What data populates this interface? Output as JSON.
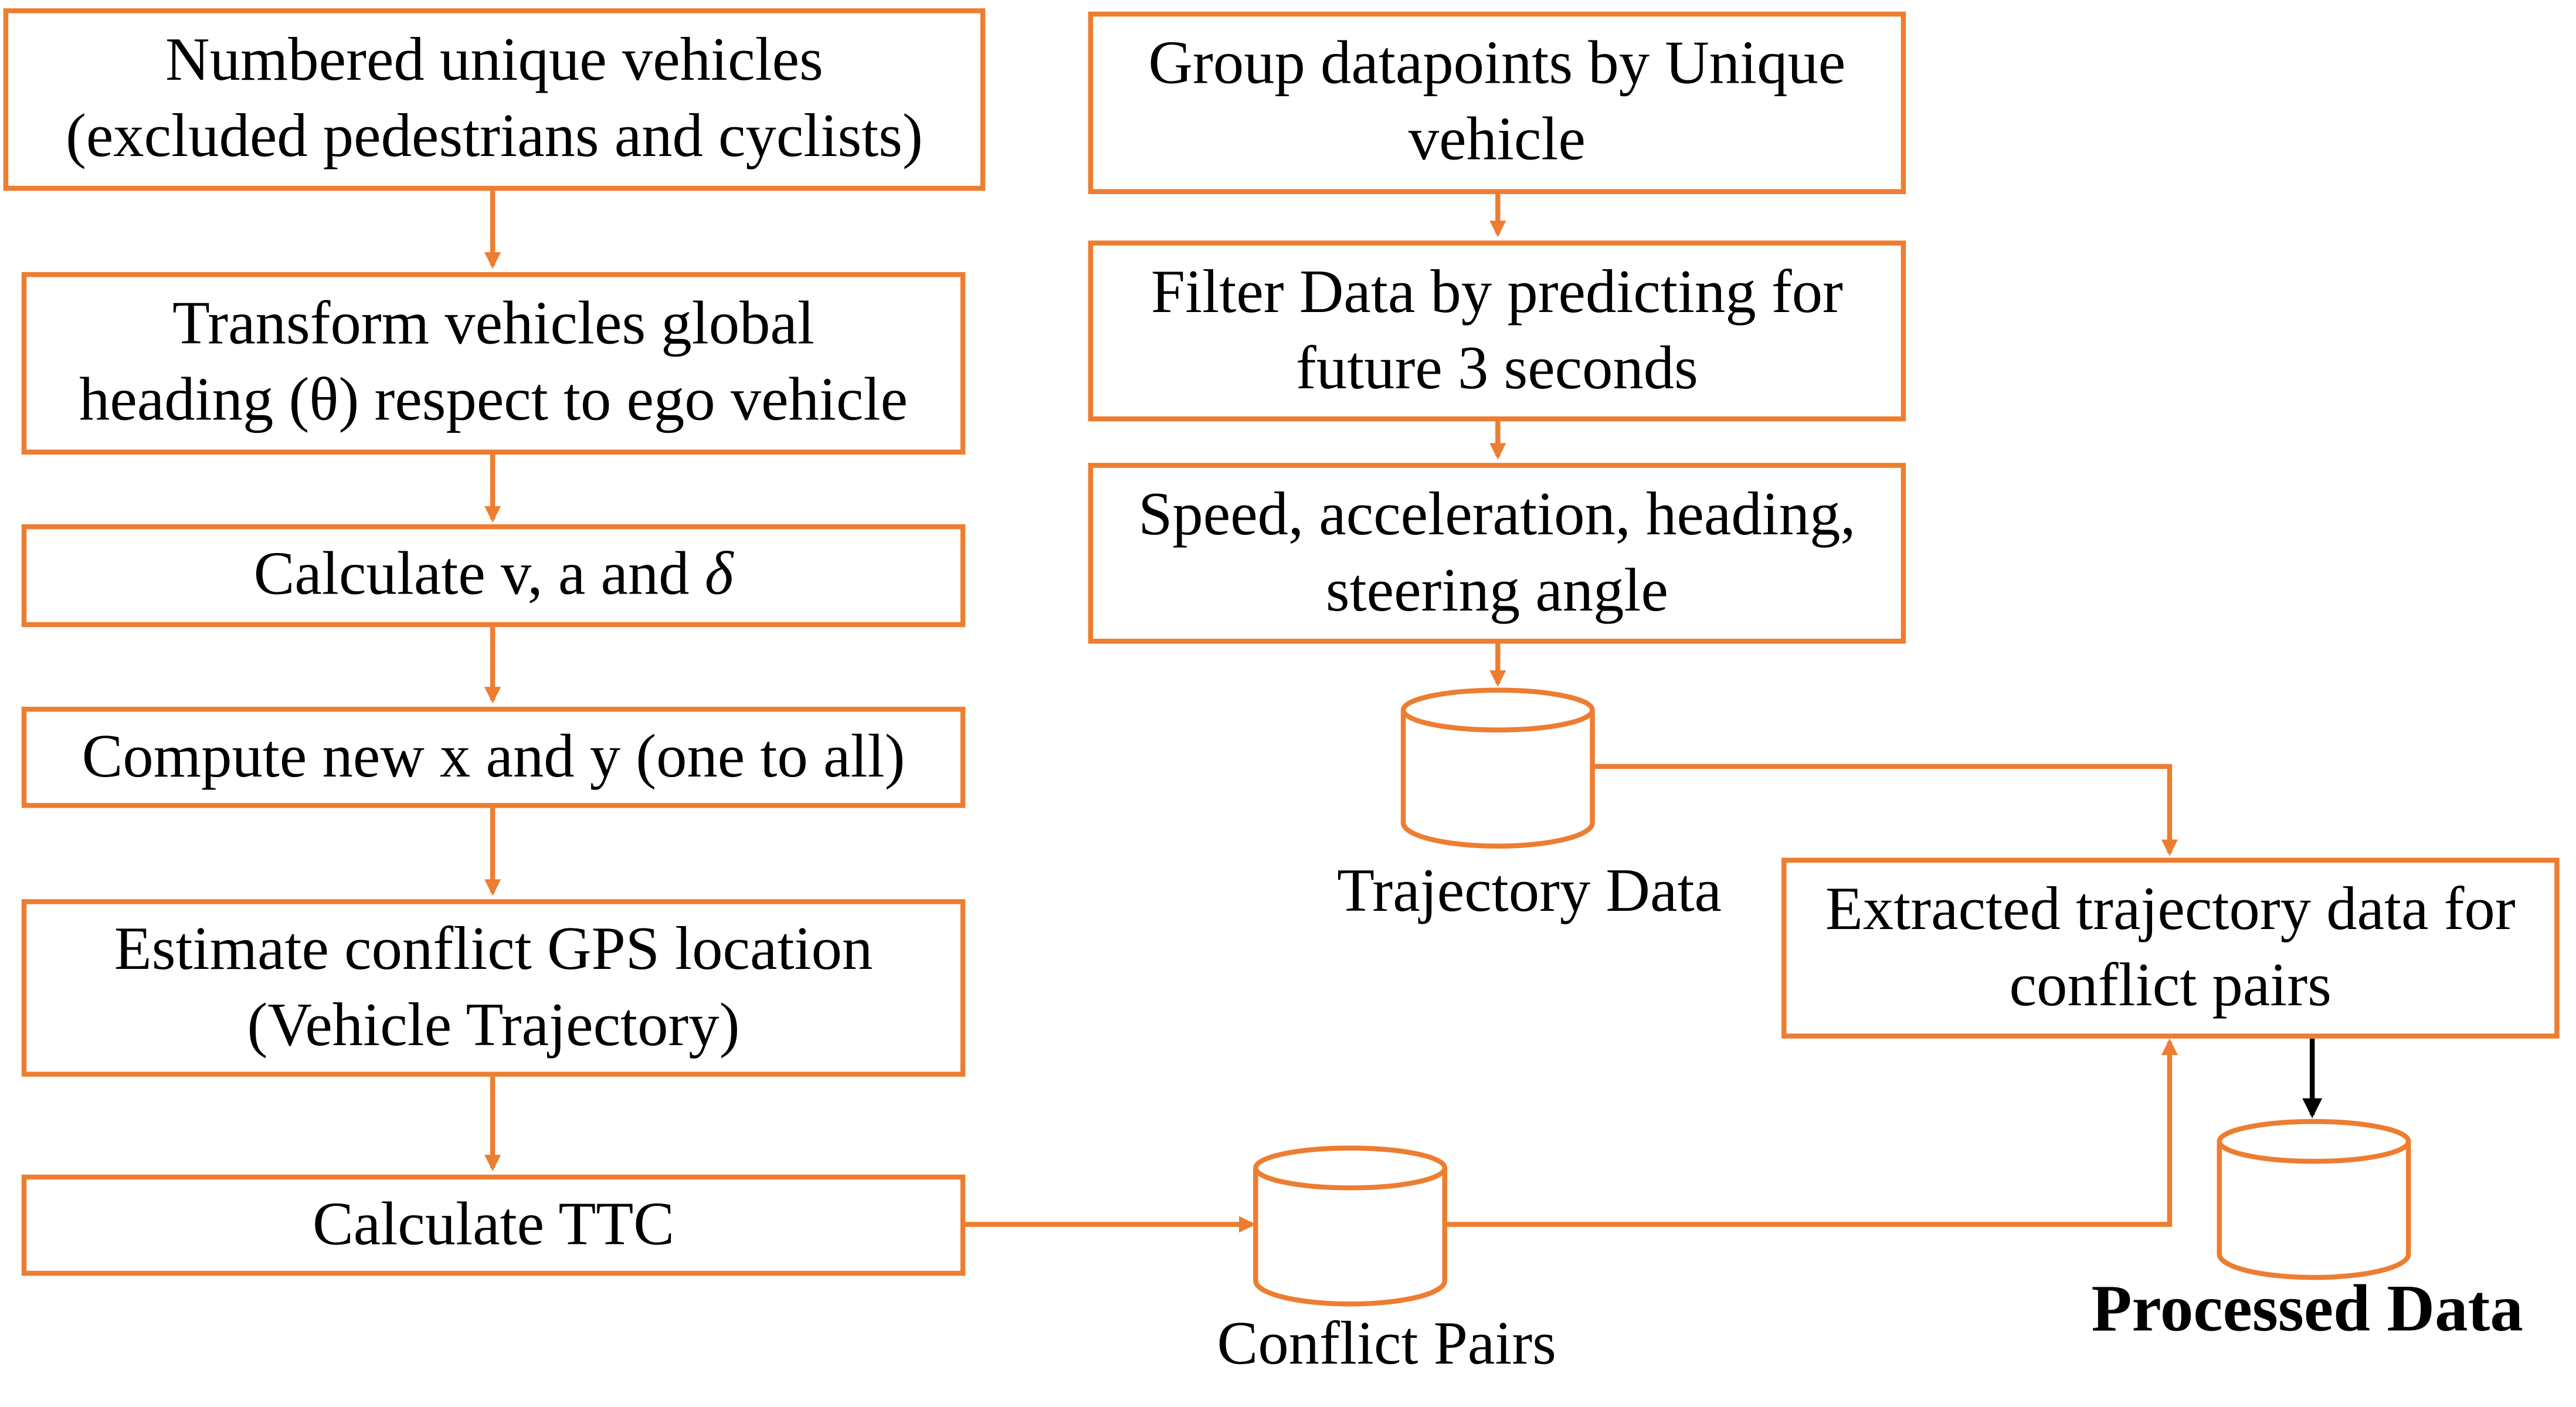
{
  "colors": {
    "accent": "#ED7D31",
    "text": "#000000",
    "arrow_black": "#000000"
  },
  "left_column": [
    {
      "line1": "Numbered unique vehicles",
      "line2": "(excluded pedestrians and cyclists)"
    },
    {
      "line1": "Transform vehicles global",
      "line2": "heading (θ) respect to ego vehicle"
    },
    {
      "text_pre": "Calculate v, a and ",
      "symbol": "δ"
    },
    {
      "text": "Compute new x and y (one to all)"
    },
    {
      "line1": "Estimate conflict GPS location",
      "line2": "(Vehicle Trajectory)"
    },
    {
      "text": "Calculate TTC"
    }
  ],
  "right_column": [
    {
      "line1": "Group datapoints by Unique",
      "line2": "vehicle"
    },
    {
      "line1": "Filter Data by predicting for",
      "line2": "future 3 seconds"
    },
    {
      "line1": "Speed, acceleration, heading,",
      "line2": "steering angle"
    }
  ],
  "extracted_box": {
    "line1": "Extracted trajectory data for",
    "line2": "conflict pairs"
  },
  "databases": {
    "trajectory": "Trajectory Data",
    "conflict": "Conflict Pairs",
    "processed": "Processed Data"
  }
}
